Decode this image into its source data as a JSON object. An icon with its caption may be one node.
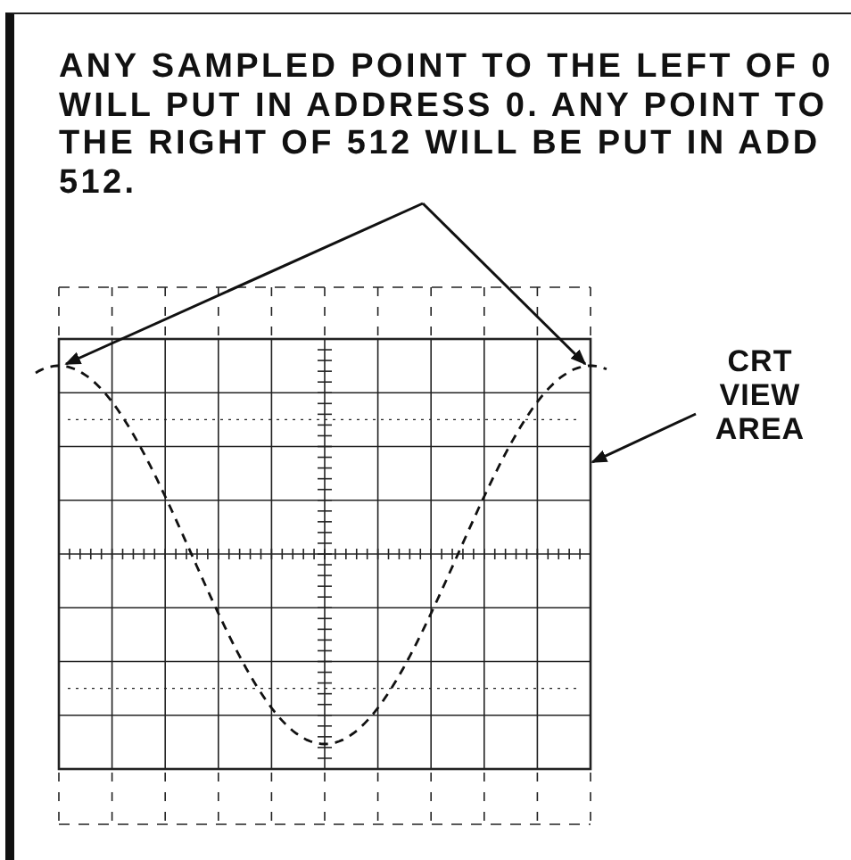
{
  "diagram": {
    "nodes": [
      {
        "text": [
          "ANY SAMPLED POINT TO THE LEFT OF 0 WILL PUT IN ADDRESS 0. ANY POINT TO THE RIGHT OF 512 WILL BE PUT IN ADD 512."
        ]
      },
      {
        "text": [
          "CRT VIEW AREA"
        ]
      },
      {
        "text": [],
        "shape": "box"
      },
      {
        "text": [],
        "shape": "curve"
      }
    ],
    "edges": [
      {
        "from": 0,
        "to": 3,
        "arrow": "to"
      },
      {
        "from": 0,
        "to": 3,
        "arrow": "to"
      },
      {
        "from": 1,
        "to": 2,
        "arrow": "to"
      }
    ]
  }
}
